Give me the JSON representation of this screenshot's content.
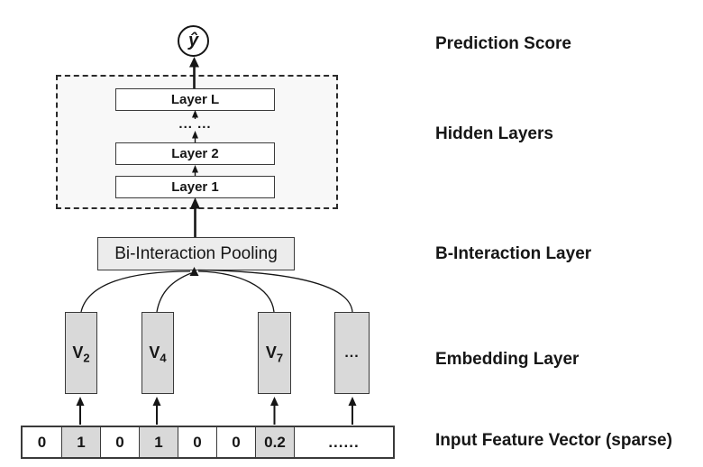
{
  "colors": {
    "ink": "#161616",
    "panel_fill": "#f8f8f8",
    "pooling_fill": "#ececec",
    "embedding_fill": "#d9d9d9",
    "cell_highlight_fill": "#d9d9d9",
    "box_fill": "#ffffff"
  },
  "prediction": {
    "symbol": "ŷ"
  },
  "hidden": {
    "layers": [
      {
        "label": "Layer L"
      },
      {
        "label": "Layer 2"
      },
      {
        "label": "Layer 1"
      }
    ],
    "dots": "... ..."
  },
  "pooling": {
    "label": "Bi-Interaction Pooling"
  },
  "embedding": {
    "items": [
      {
        "base": "V",
        "sub": "2"
      },
      {
        "base": "V",
        "sub": "4"
      },
      {
        "base": "V",
        "sub": "7"
      },
      {
        "base": "...",
        "sub": ""
      }
    ]
  },
  "input": {
    "cells": [
      {
        "value": "0",
        "highlighted": false
      },
      {
        "value": "1",
        "highlighted": true
      },
      {
        "value": "0",
        "highlighted": false
      },
      {
        "value": "1",
        "highlighted": true
      },
      {
        "value": "0",
        "highlighted": false
      },
      {
        "value": "0",
        "highlighted": false
      },
      {
        "value": "0.2",
        "highlighted": true
      },
      {
        "value": "......",
        "highlighted": false
      }
    ]
  },
  "side_labels": [
    {
      "text": "Prediction Score"
    },
    {
      "text": "Hidden Layers"
    },
    {
      "text": "B-Interaction Layer"
    },
    {
      "text": "Embedding Layer"
    },
    {
      "text": "Input Feature Vector (sparse)"
    }
  ]
}
